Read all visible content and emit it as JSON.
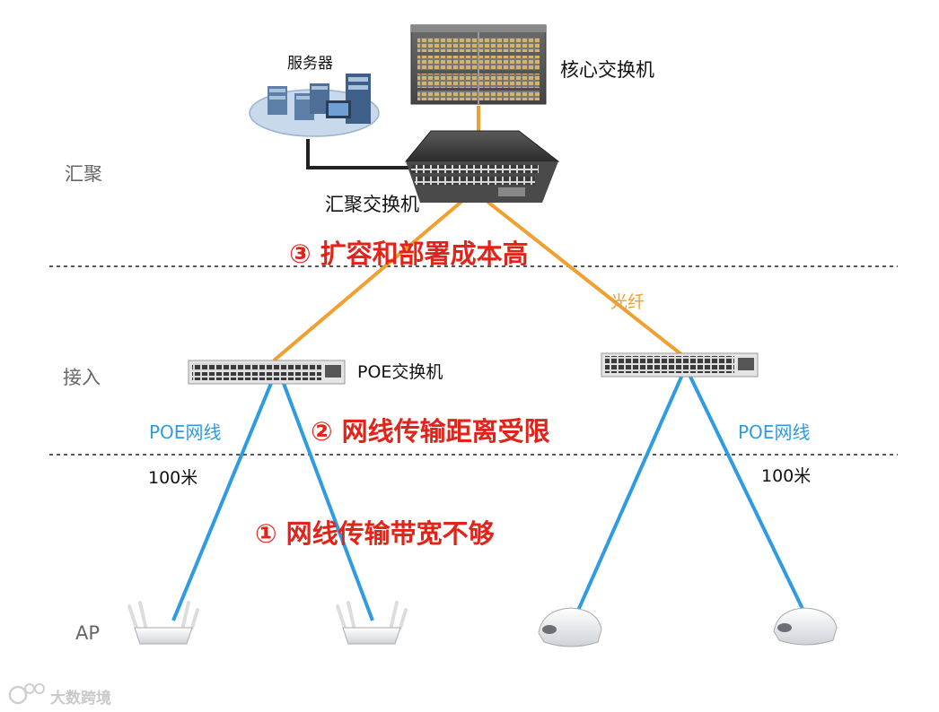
{
  "tiers": {
    "aggregation": "汇聚",
    "access": "接入",
    "ap": "AP"
  },
  "devices": {
    "server": "服务器",
    "core_switch": "核心交换机",
    "aggregation_switch": "汇聚交换机",
    "poe_switch": "POE交换机"
  },
  "links": {
    "fiber": "光纤",
    "poe_cable_left": "POE网线",
    "poe_cable_right": "POE网线",
    "distance_left": "100米",
    "distance_right": "100米"
  },
  "problems": {
    "p3": "③ 扩容和部署成本高",
    "p2": "② 网线传输距离受限",
    "p1": "① 网线传输带宽不够"
  },
  "watermark": "大数跨境",
  "colors": {
    "fiber": "#f0a030",
    "poe_cable": "#2f9be0",
    "problem_text": "#e2231a",
    "ethernet": "#222222",
    "tier_text": "#666666"
  }
}
